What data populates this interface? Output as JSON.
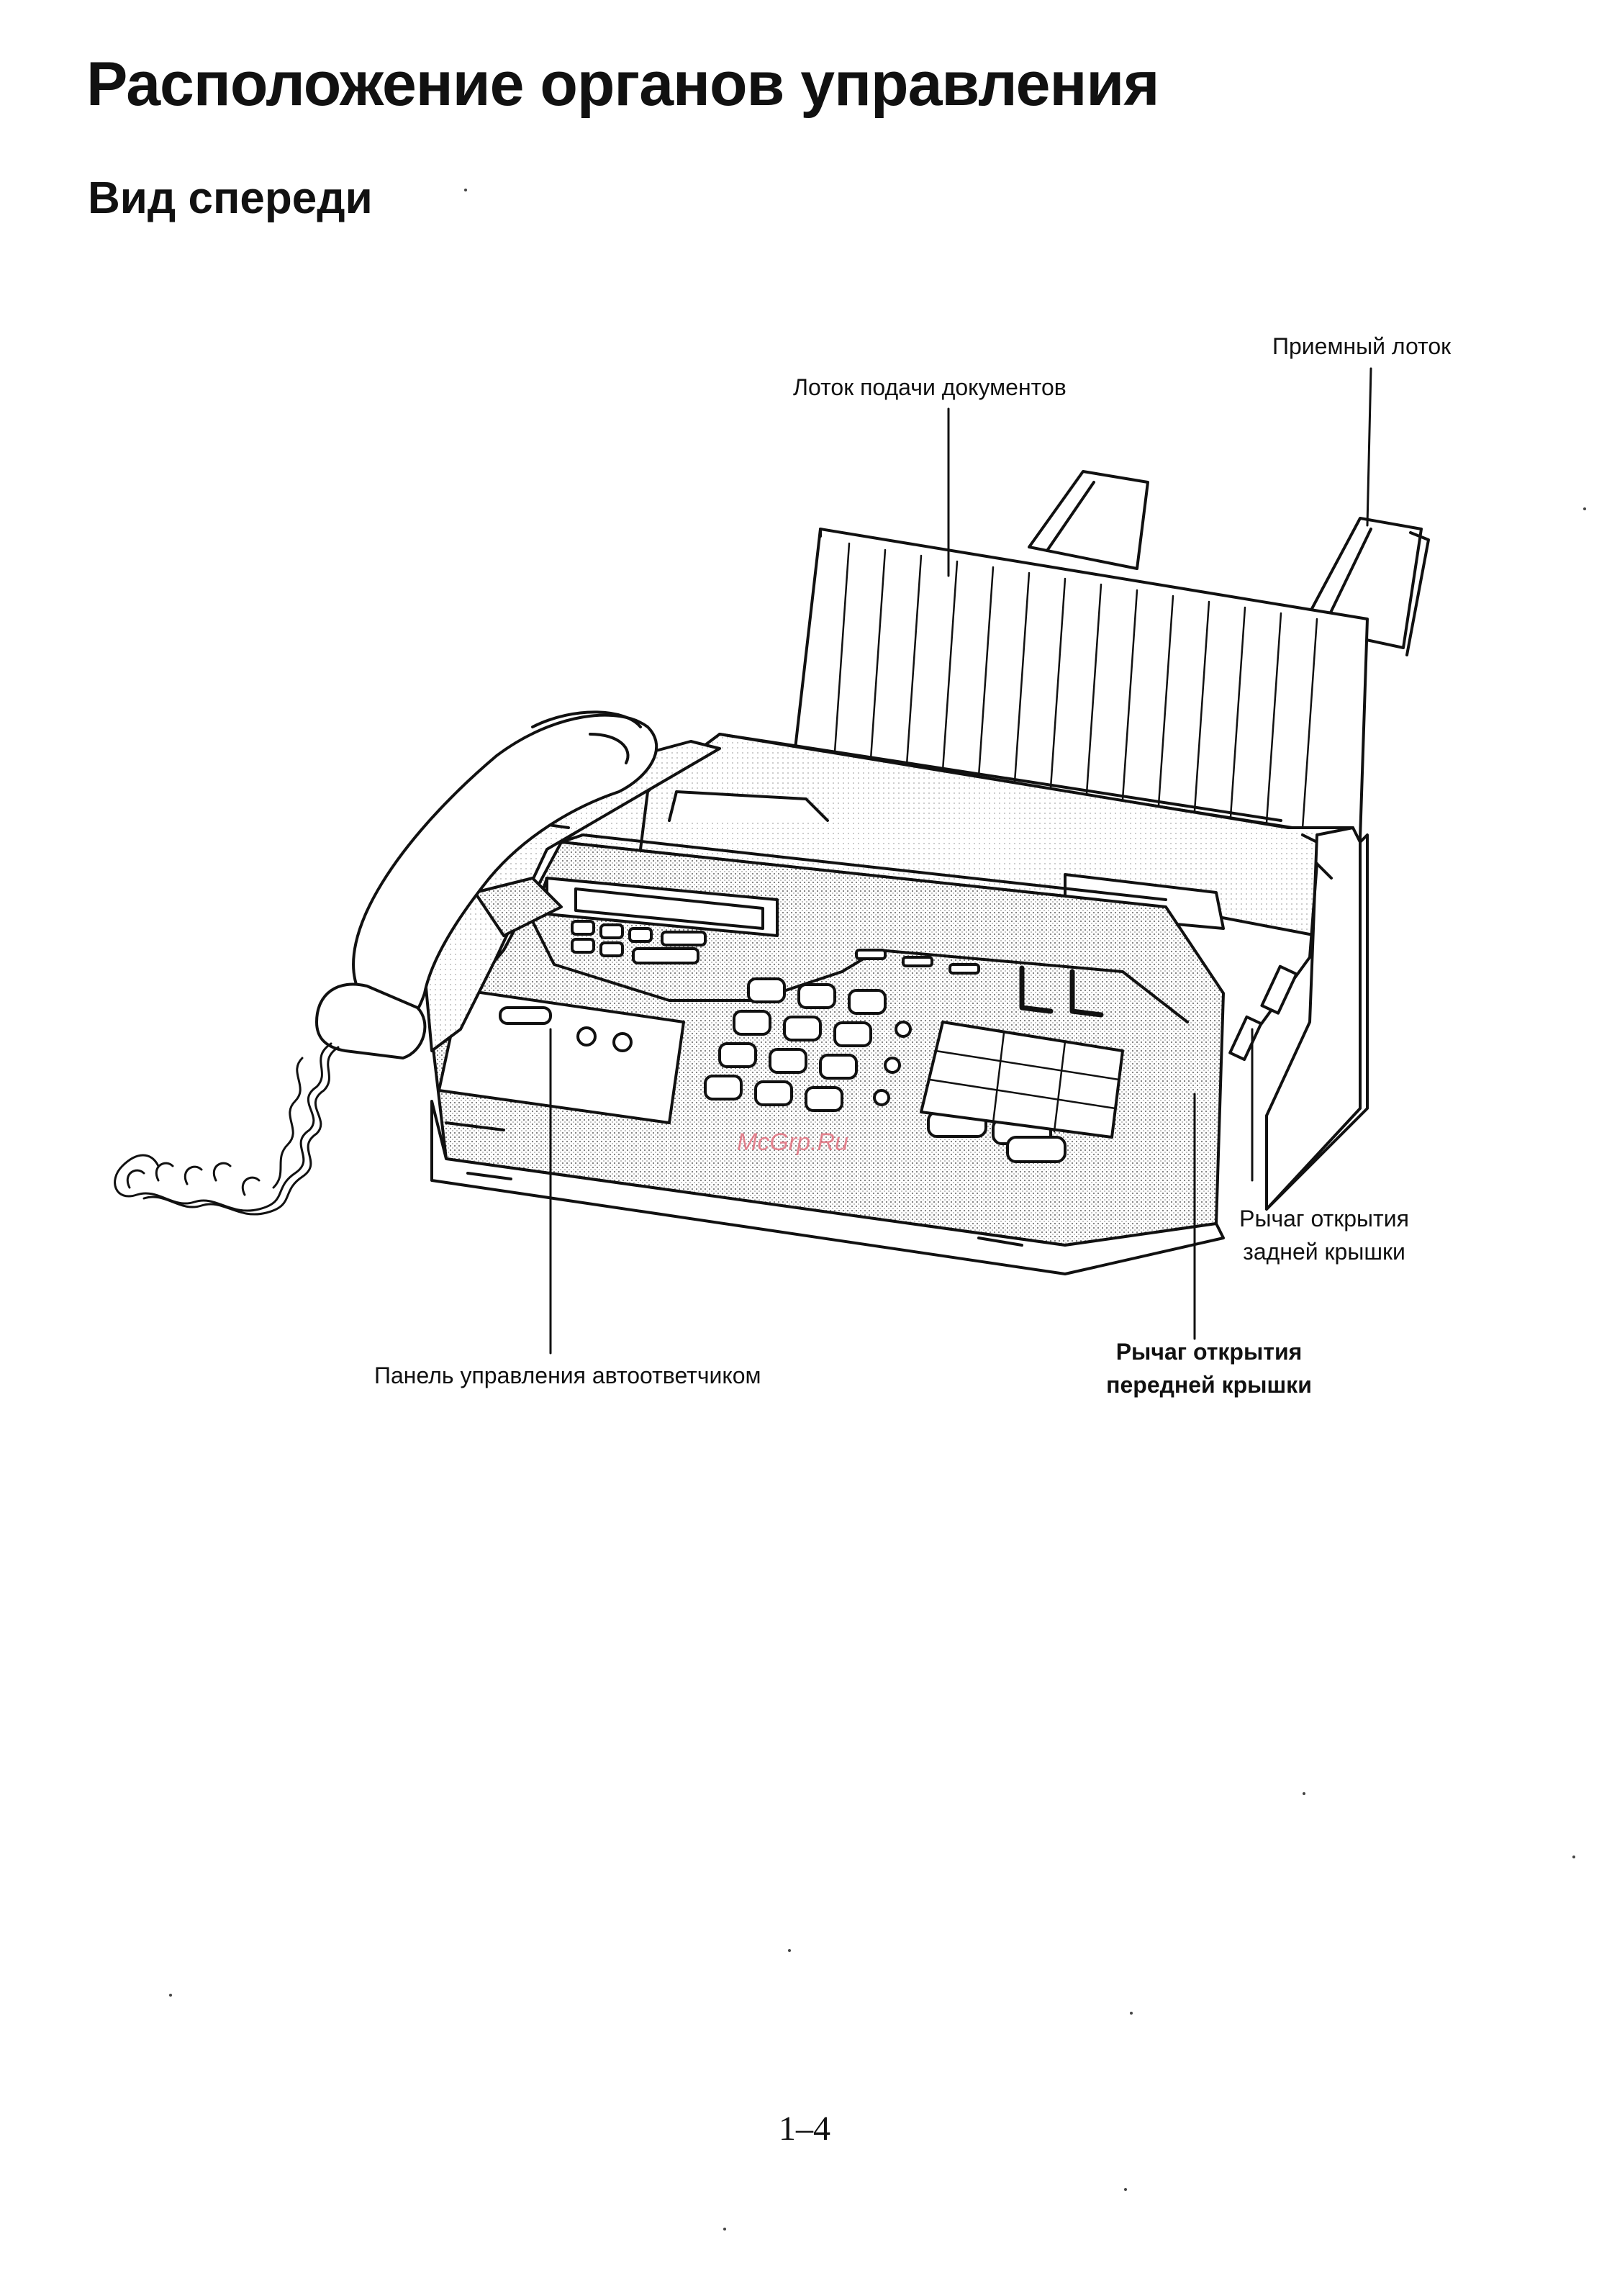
{
  "page": {
    "title": "Расположение органов управления",
    "section_title": "Вид спереди",
    "page_number": "1–4",
    "watermark": "McGrp.Ru"
  },
  "callouts": {
    "output_tray": "Приемный лоток",
    "document_feed_tray": "Лоток подачи документов",
    "back_cover_lever_line1": "Рычаг открытия",
    "back_cover_lever_line2": "задней крышки",
    "front_cover_lever_line1": "Рычаг открытия",
    "front_cover_lever_line2": "передней крышки",
    "answering_machine_panel": "Панель управления автоответчиком"
  },
  "illustration": {
    "subject": "fax-machine-with-handset",
    "line_color": "#111111",
    "shade_color": "#d8d8d8"
  }
}
